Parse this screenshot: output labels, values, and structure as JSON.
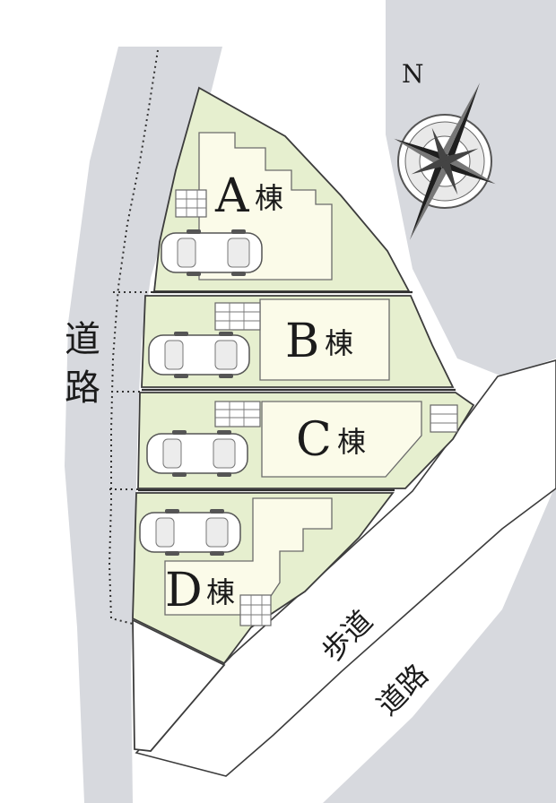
{
  "buildings": [
    {
      "id": "A",
      "suffix": "棟"
    },
    {
      "id": "B",
      "suffix": "棟"
    },
    {
      "id": "C",
      "suffix": "棟"
    },
    {
      "id": "D",
      "suffix": "棟"
    }
  ],
  "roads": {
    "west_label_1": "道",
    "west_label_2": "路",
    "southeast_sidewalk_label": "歩道",
    "southeast_road_label": "道路"
  },
  "compass": {
    "north_label": "N"
  }
}
